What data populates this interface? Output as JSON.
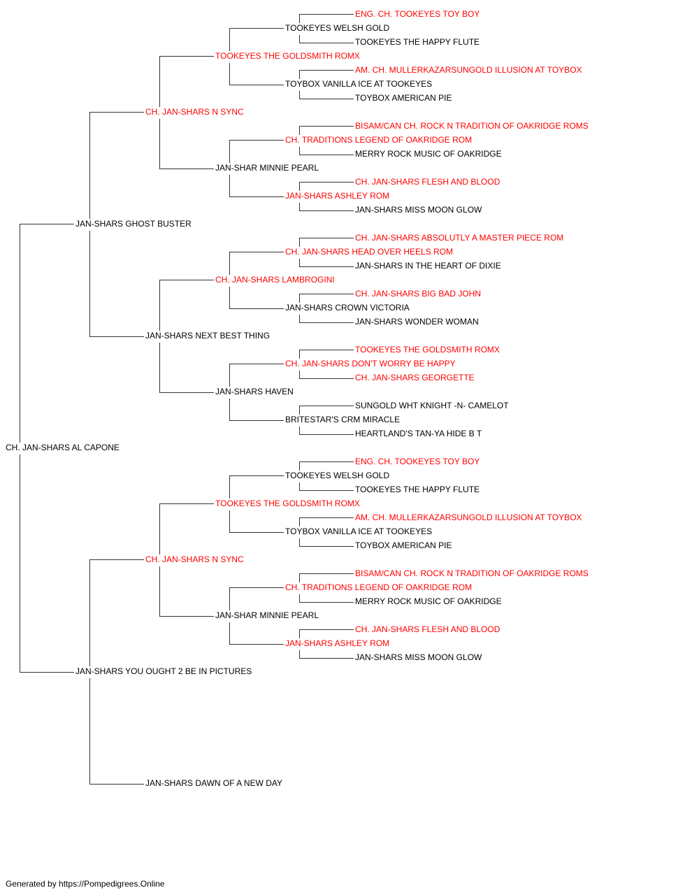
{
  "colors": {
    "line": "#333333",
    "text": "#000000",
    "champion": "#ff0000"
  },
  "root": {
    "name": "CH. JAN-SHARS AL CAPONE",
    "red": false,
    "sire": {
      "name": "JAN-SHARS GHOST BUSTER",
      "red": false,
      "sire": {
        "name": "CH. JAN-SHARS N SYNC",
        "red": true,
        "sire": {
          "name": "TOOKEYES THE GOLDSMITH ROMX",
          "red": true,
          "sire": {
            "name": "TOOKEYES WELSH GOLD",
            "red": false,
            "sire": {
              "name": "ENG. CH. TOOKEYES TOY BOY",
              "red": true
            },
            "dam": {
              "name": "TOOKEYES THE HAPPY FLUTE",
              "red": false
            }
          },
          "dam": {
            "name": "TOYBOX VANILLA ICE AT TOOKEYES",
            "red": false,
            "sire": {
              "name": "AM. CH. MULLERKAZARSUNGOLD ILLUSION AT TOYBOX",
              "red": true
            },
            "dam": {
              "name": "TOYBOX AMERICAN PIE",
              "red": false
            }
          }
        },
        "dam": {
          "name": "JAN-SHAR MINNIE PEARL",
          "red": false,
          "sire": {
            "name": "CH. TRADITIONS LEGEND OF OAKRIDGE ROM",
            "red": true,
            "sire": {
              "name": "BISAM/CAN CH. ROCK N TRADITION OF OAKRIDGE ROMS",
              "red": true
            },
            "dam": {
              "name": "MERRY ROCK MUSIC OF OAKRIDGE",
              "red": false
            }
          },
          "dam": {
            "name": "JAN-SHARS ASHLEY ROM",
            "red": true,
            "sire": {
              "name": "CH. JAN-SHARS FLESH AND BLOOD",
              "red": true
            },
            "dam": {
              "name": "JAN-SHARS MISS MOON GLOW",
              "red": false
            }
          }
        }
      },
      "dam": {
        "name": "JAN-SHARS NEXT BEST THING",
        "red": false,
        "sire": {
          "name": "CH. JAN-SHARS LAMBROGINI",
          "red": true,
          "sire": {
            "name": "CH. JAN-SHARS HEAD OVER HEELS ROM",
            "red": true,
            "sire": {
              "name": "CH. JAN-SHARS ABSOLUTLY A MASTER PIECE ROM",
              "red": true
            },
            "dam": {
              "name": "JAN-SHARS IN THE HEART OF DIXIE",
              "red": false
            }
          },
          "dam": {
            "name": "JAN-SHARS CROWN VICTORIA",
            "red": false,
            "sire": {
              "name": "CH. JAN-SHARS BIG BAD JOHN",
              "red": true
            },
            "dam": {
              "name": "JAN-SHARS WONDER WOMAN",
              "red": false
            }
          }
        },
        "dam": {
          "name": "JAN-SHARS HAVEN",
          "red": false,
          "sire": {
            "name": "CH. JAN-SHARS DON'T WORRY BE HAPPY",
            "red": true,
            "sire": {
              "name": "TOOKEYES THE GOLDSMITH ROMX",
              "red": true
            },
            "dam": {
              "name": "CH. JAN-SHARS GEORGETTE",
              "red": true
            }
          },
          "dam": {
            "name": "BRITESTAR'S CRM MIRACLE",
            "red": false,
            "sire": {
              "name": "SUNGOLD WHT KNIGHT -N- CAMELOT",
              "red": false
            },
            "dam": {
              "name": "HEARTLAND'S TAN-YA HIDE B T",
              "red": false
            }
          }
        }
      }
    },
    "dam": {
      "name": "JAN-SHARS YOU OUGHT 2 BE IN PICTURES",
      "red": false,
      "sire": {
        "name": "CH. JAN-SHARS N SYNC",
        "red": true,
        "sire": {
          "name": "TOOKEYES THE GOLDSMITH ROMX",
          "red": true,
          "sire": {
            "name": "TOOKEYES WELSH GOLD",
            "red": false,
            "sire": {
              "name": "ENG. CH. TOOKEYES TOY BOY",
              "red": true
            },
            "dam": {
              "name": "TOOKEYES THE HAPPY FLUTE",
              "red": false
            }
          },
          "dam": {
            "name": "TOYBOX VANILLA ICE AT TOOKEYES",
            "red": false,
            "sire": {
              "name": "AM. CH. MULLERKAZARSUNGOLD ILLUSION AT TOYBOX",
              "red": true
            },
            "dam": {
              "name": "TOYBOX AMERICAN PIE",
              "red": false
            }
          }
        },
        "dam": {
          "name": "JAN-SHAR MINNIE PEARL",
          "red": false,
          "sire": {
            "name": "CH. TRADITIONS LEGEND OF OAKRIDGE ROM",
            "red": true,
            "sire": {
              "name": "BISAM/CAN CH. ROCK N TRADITION OF OAKRIDGE ROMS",
              "red": true
            },
            "dam": {
              "name": "MERRY ROCK MUSIC OF OAKRIDGE",
              "red": false
            }
          },
          "dam": {
            "name": "JAN-SHARS ASHLEY ROM",
            "red": true,
            "sire": {
              "name": "CH. JAN-SHARS FLESH AND BLOOD",
              "red": true
            },
            "dam": {
              "name": "JAN-SHARS MISS MOON GLOW",
              "red": false
            }
          }
        }
      },
      "dam": {
        "name": "JAN-SHARS DAWN OF A NEW DAY",
        "red": false
      }
    }
  },
  "footer": {
    "text": "Generated by https://Pompedigrees.Online"
  }
}
